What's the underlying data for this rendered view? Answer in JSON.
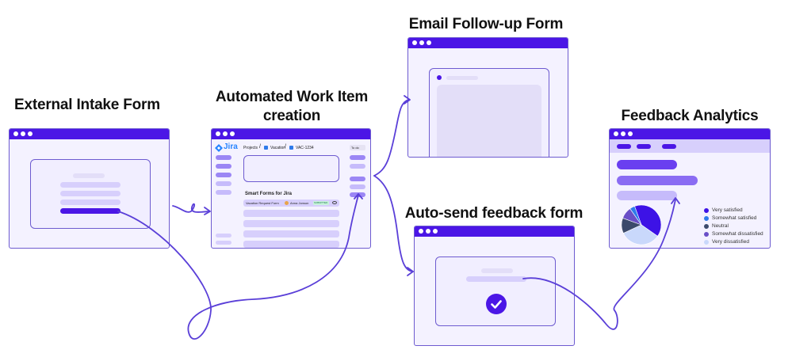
{
  "titles": {
    "intake": "External Intake Form",
    "workitem_line1": "Automated Work Item",
    "workitem_line2": "creation",
    "email": "Email Follow-up Form",
    "autosend": "Auto-send feedback form",
    "analytics": "Feedback Analytics"
  },
  "jira": {
    "logo_text": "Jira",
    "breadcrumb_projects": "Projects",
    "breadcrumb_sep": "/",
    "breadcrumb_vacation": "Vacation",
    "breadcrumb_issue": "VAC-1234",
    "status_dropdown": "To do",
    "section_title": "Smart Forms for Jira",
    "form_row": {
      "name": "Vacation Request Form",
      "user": "Anna Jonson",
      "status": "SUBMITTED"
    }
  },
  "legend": [
    {
      "label": "Very satisfied",
      "color": "#3d12e6"
    },
    {
      "label": "Somewhat satisfied",
      "color": "#2f7bea"
    },
    {
      "label": "Neutral",
      "color": "#3b4a6b"
    },
    {
      "label": "Somewhat dissatisfied",
      "color": "#6a4fc7"
    },
    {
      "label": "Very dissatisfied",
      "color": "#c9d8fb"
    }
  ],
  "colors": {
    "accent": "#4b16e6",
    "border": "#6d5bd0",
    "window_bg": "#f4f2ff",
    "pill_light": "#d7cffc",
    "arrow": "#5a3fd8"
  },
  "icons": {
    "check": "check-circle-icon",
    "jira": "jira-logo-icon"
  }
}
